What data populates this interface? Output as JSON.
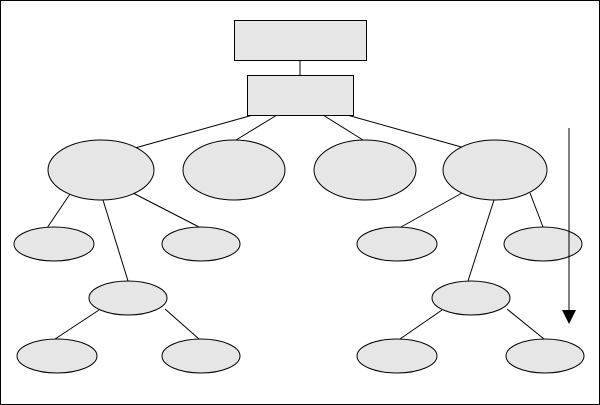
{
  "diagram": {
    "type": "hierarchy-tree",
    "colors": {
      "node_fill": "#e6e6e6",
      "stroke": "#000000",
      "background": "#ffffff"
    },
    "nodes": [
      {
        "id": "root",
        "shape": "rectangle",
        "level": 0
      },
      {
        "id": "sub-root",
        "shape": "rectangle",
        "level": 1
      },
      {
        "id": "l2-a",
        "shape": "ellipse",
        "level": 2
      },
      {
        "id": "l2-b",
        "shape": "ellipse",
        "level": 2
      },
      {
        "id": "l2-c",
        "shape": "ellipse",
        "level": 2
      },
      {
        "id": "l2-d",
        "shape": "ellipse",
        "level": 2
      },
      {
        "id": "l3-a1",
        "shape": "ellipse",
        "level": 3
      },
      {
        "id": "l3-a2",
        "shape": "ellipse",
        "level": 3
      },
      {
        "id": "l3-a3",
        "shape": "ellipse",
        "level": 3
      },
      {
        "id": "l3-d1",
        "shape": "ellipse",
        "level": 3
      },
      {
        "id": "l3-d2",
        "shape": "ellipse",
        "level": 3
      },
      {
        "id": "l3-d3",
        "shape": "ellipse",
        "level": 3
      },
      {
        "id": "l4-a1",
        "shape": "ellipse",
        "level": 4
      },
      {
        "id": "l4-a2",
        "shape": "ellipse",
        "level": 4
      },
      {
        "id": "l4-d1",
        "shape": "ellipse",
        "level": 4
      },
      {
        "id": "l4-d2",
        "shape": "ellipse",
        "level": 4
      }
    ],
    "edges": [
      {
        "from": "root",
        "to": "sub-root"
      },
      {
        "from": "sub-root",
        "to": "l2-a"
      },
      {
        "from": "sub-root",
        "to": "l2-b"
      },
      {
        "from": "sub-root",
        "to": "l2-c"
      },
      {
        "from": "sub-root",
        "to": "l2-d"
      },
      {
        "from": "l2-a",
        "to": "l3-a1"
      },
      {
        "from": "l2-a",
        "to": "l3-a3"
      },
      {
        "from": "l2-a",
        "to": "l3-a2"
      },
      {
        "from": "l2-d",
        "to": "l3-d1"
      },
      {
        "from": "l2-d",
        "to": "l3-d3"
      },
      {
        "from": "l2-d",
        "to": "l3-d2"
      },
      {
        "from": "l3-a3",
        "to": "l4-a1"
      },
      {
        "from": "l3-a3",
        "to": "l4-a2"
      },
      {
        "from": "l3-d3",
        "to": "l4-d1"
      },
      {
        "from": "l3-d3",
        "to": "l4-d2"
      }
    ],
    "arrow": {
      "direction": "down"
    }
  }
}
